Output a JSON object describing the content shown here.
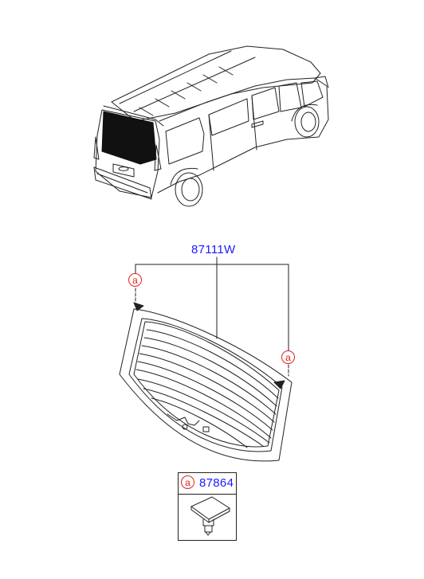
{
  "diagram": {
    "main_part_number": "87111W",
    "callout_letter": "a",
    "legend": {
      "callout_letter": "a",
      "part_number": "87864"
    }
  },
  "colors": {
    "part_number": "#1a1aff",
    "callout": "#e02020",
    "line_art": "#222222"
  }
}
